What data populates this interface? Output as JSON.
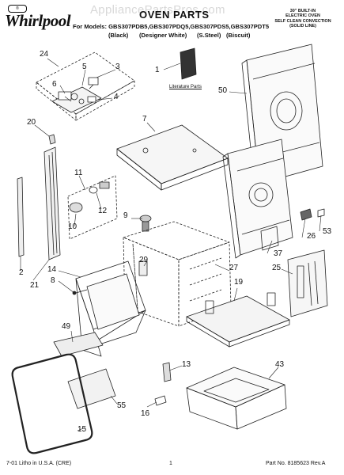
{
  "header": {
    "logo_text": "Whirlpool",
    "logo_badge": "®",
    "watermark": "AppliancePartsPros.com",
    "title": "OVEN PARTS",
    "models_label": "For Models: GBS307PDB5,GBS307PDQ5,GBS307PDS5,GBS307PDT5",
    "finishes": [
      "(Black)",
      "(Designer White)",
      "(S.Steel)",
      "(Biscuit)"
    ],
    "oven_type": [
      "30\" BUILT-IN",
      "ELECTRIC OVEN",
      "SELF CLEAN CONVECTION",
      "(SOLID LINE)"
    ]
  },
  "literature_label": "Literature Parts",
  "callouts": [
    "1",
    "2",
    "3",
    "4",
    "5",
    "6",
    "7",
    "8",
    "9",
    "10",
    "11",
    "12",
    "13",
    "14",
    "15",
    "16",
    "19",
    "20",
    "21",
    "24",
    "25",
    "26",
    "27",
    "29",
    "37",
    "43",
    "49",
    "50",
    "53",
    "55"
  ],
  "footer": {
    "left": "7-01 Litho in U.S.A. (CRE)",
    "center": "1",
    "right": "Part No. 8185623 Rev.A"
  }
}
